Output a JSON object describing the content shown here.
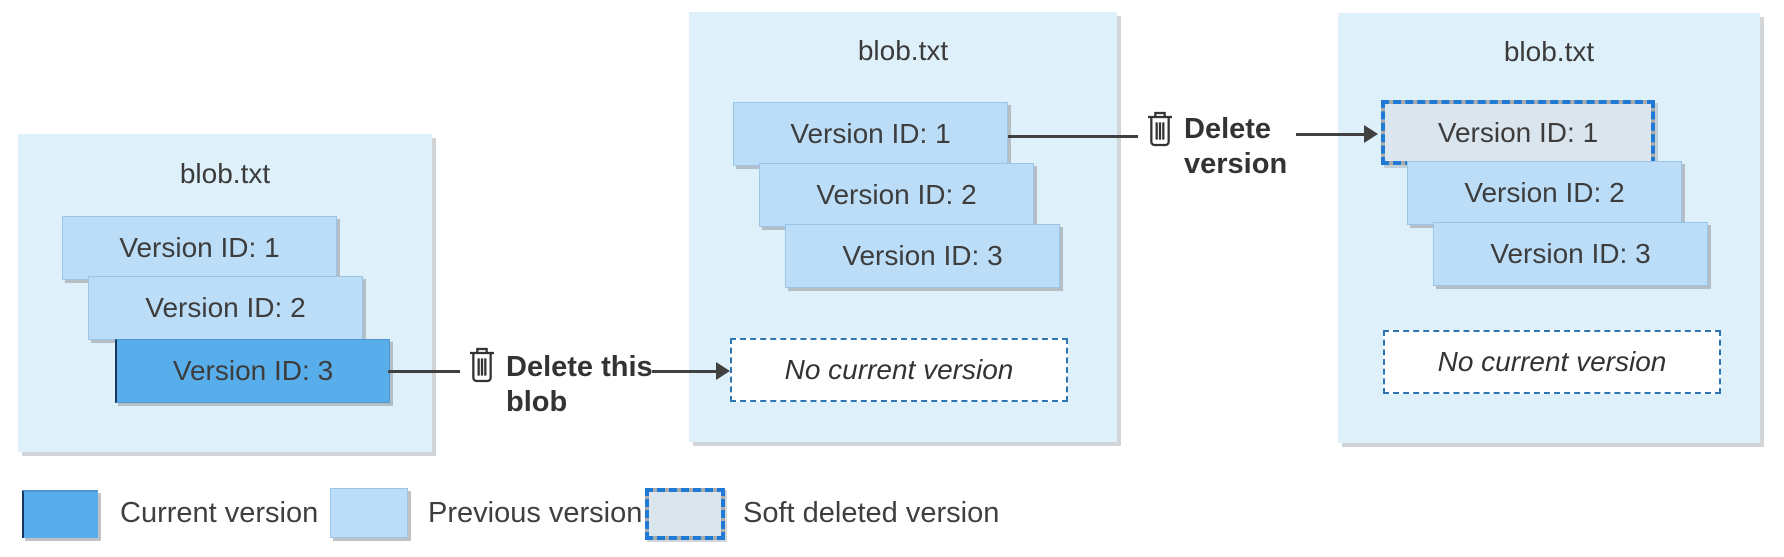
{
  "panels": [
    {
      "title": "blob.txt",
      "versions": [
        {
          "label": "Version ID: 1",
          "state": "previous"
        },
        {
          "label": "Version ID: 2",
          "state": "previous"
        },
        {
          "label": "Version ID: 3",
          "state": "current"
        }
      ]
    },
    {
      "title": "blob.txt",
      "versions": [
        {
          "label": "Version ID: 1",
          "state": "previous"
        },
        {
          "label": "Version ID: 2",
          "state": "previous"
        },
        {
          "label": "Version ID: 3",
          "state": "previous"
        }
      ],
      "no_current_version": "No current version"
    },
    {
      "title": "blob.txt",
      "versions": [
        {
          "label": "Version ID: 1",
          "state": "soft-deleted"
        },
        {
          "label": "Version ID: 2",
          "state": "previous"
        },
        {
          "label": "Version ID: 3",
          "state": "previous"
        }
      ],
      "no_current_version": "No current version"
    }
  ],
  "actions": [
    {
      "icon": "trash-icon",
      "line1": "Delete this",
      "line2": "blob"
    },
    {
      "icon": "trash-icon",
      "line1": "Delete",
      "line2": "version"
    }
  ],
  "legend": [
    {
      "swatch": "current",
      "label": "Current version"
    },
    {
      "swatch": "previous",
      "label": "Previous version"
    },
    {
      "swatch": "soft-deleted",
      "label": "Soft deleted version"
    }
  ],
  "colors": {
    "panel_bg": "#DEF1FA",
    "previous_fill": "#BCDDF7",
    "current_fill": "#58AEEA",
    "soft_deleted_fill": "#DBE5EE",
    "soft_deleted_border_blue": "#1E7AD4",
    "soft_deleted_border_gray": "#ABABAB",
    "no_current_version_border": "#2E75B6",
    "arrow": "#404040"
  }
}
